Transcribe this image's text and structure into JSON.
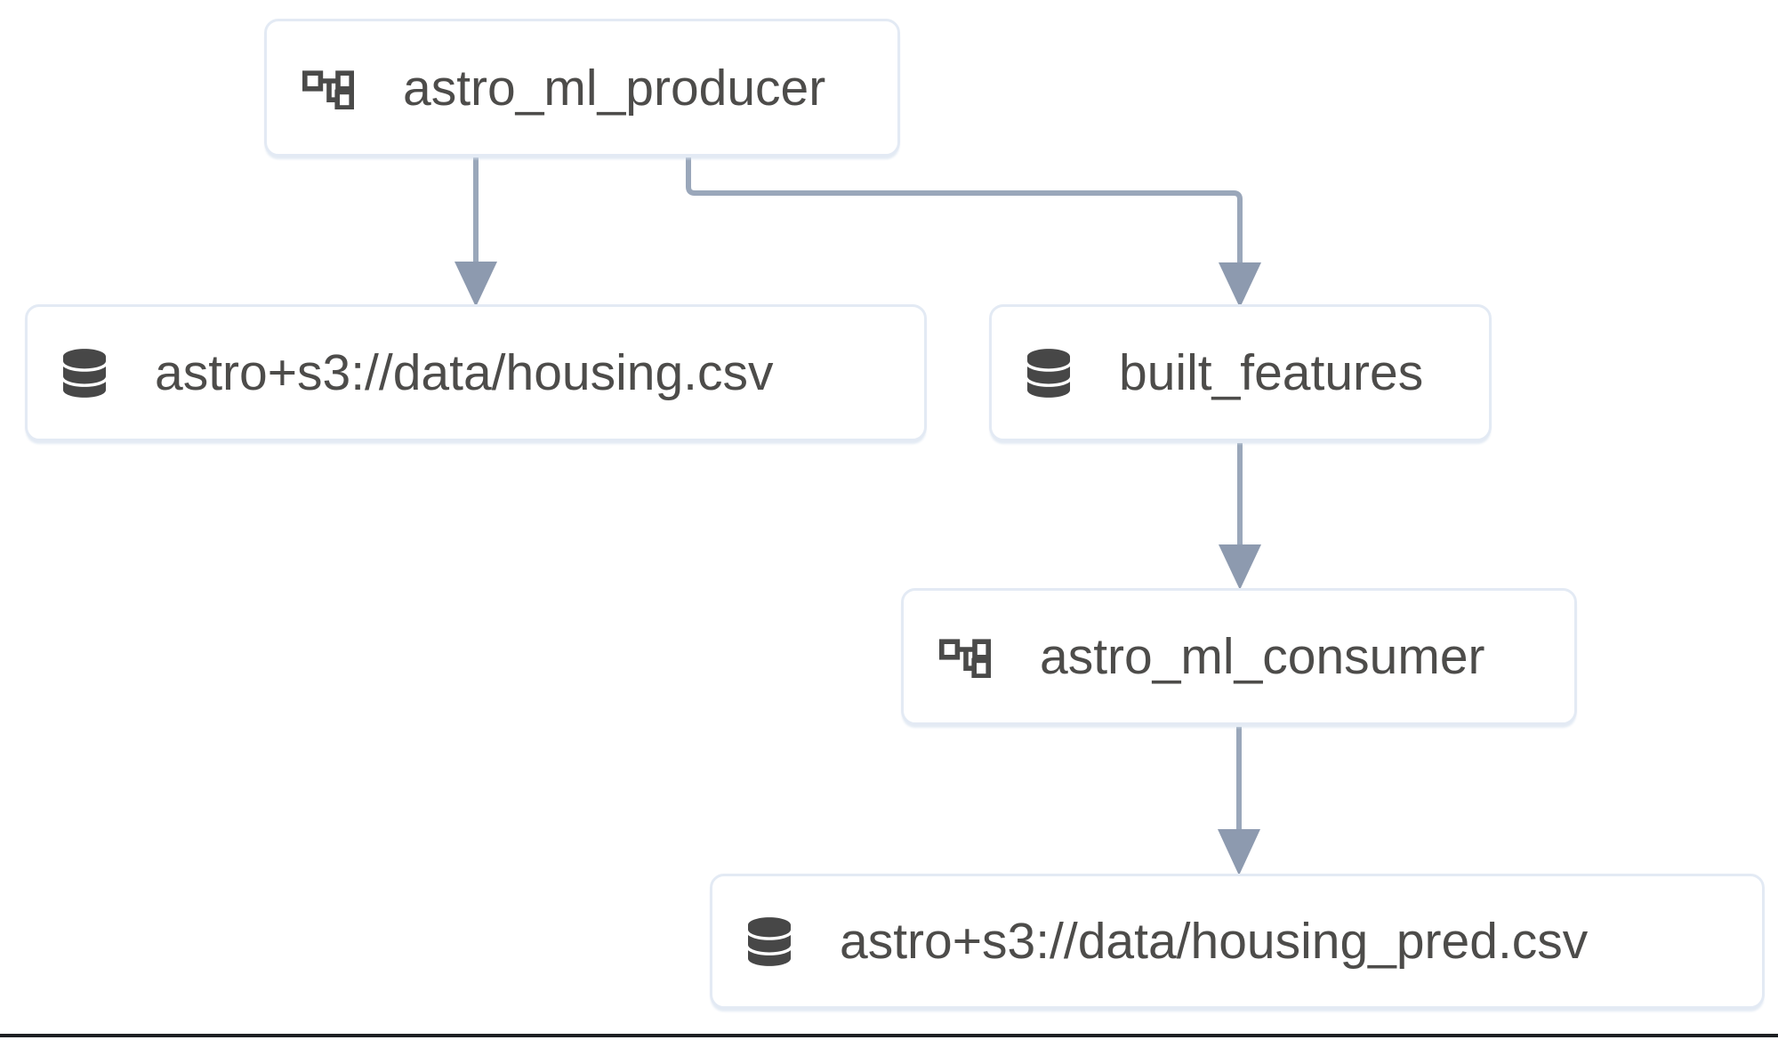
{
  "graph": {
    "nodes": [
      {
        "id": "astro_ml_producer",
        "type": "dag",
        "icon": "dag-icon",
        "label": "astro_ml_producer"
      },
      {
        "id": "housing_csv",
        "type": "dataset",
        "icon": "database-icon",
        "label": "astro+s3://data/housing.csv"
      },
      {
        "id": "built_features",
        "type": "dataset",
        "icon": "database-icon",
        "label": "built_features"
      },
      {
        "id": "astro_ml_consumer",
        "type": "dag",
        "icon": "dag-icon",
        "label": "astro_ml_consumer"
      },
      {
        "id": "housing_pred_csv",
        "type": "dataset",
        "icon": "database-icon",
        "label": "astro+s3://data/housing_pred.csv"
      }
    ],
    "edges": [
      {
        "from": "astro_ml_producer",
        "to": "housing_csv"
      },
      {
        "from": "astro_ml_producer",
        "to": "built_features"
      },
      {
        "from": "built_features",
        "to": "astro_ml_consumer"
      },
      {
        "from": "astro_ml_consumer",
        "to": "housing_pred_csv"
      }
    ]
  },
  "colors": {
    "background": "#ffffff",
    "node_border": "#e3eaf4",
    "node_text": "#4d4c4a",
    "icon": "#474747",
    "edge_line": "#9aa7ba",
    "edge_arrowhead": "#8d9aaf",
    "bottom_divider": "#1e2023"
  }
}
